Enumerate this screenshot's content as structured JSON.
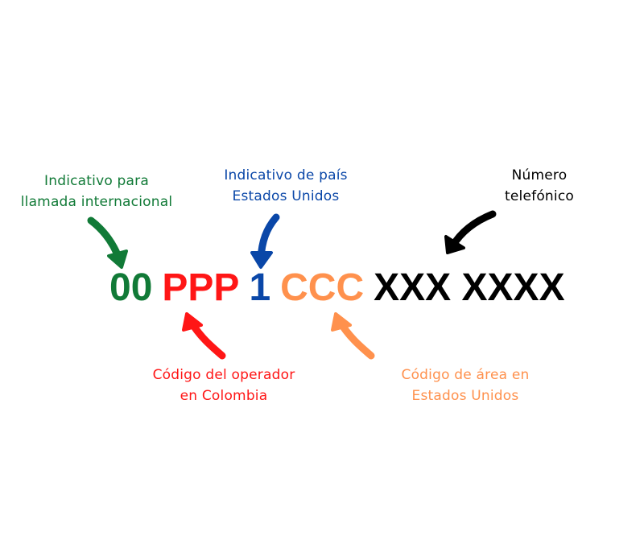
{
  "colors": {
    "international": "#117a37",
    "operator": "#ff1616",
    "country": "#0a47a8",
    "area": "#ff914d",
    "number": "#000000",
    "background": "#ffffff"
  },
  "number_format": {
    "segments": [
      {
        "id": "international",
        "text": "00"
      },
      {
        "id": "operator",
        "text": "PPP"
      },
      {
        "id": "country",
        "text": "1"
      },
      {
        "id": "area",
        "text": "CCC"
      },
      {
        "id": "number",
        "text": "XXX XXXX"
      }
    ]
  },
  "labels": {
    "international": {
      "line1": "Indicativo para",
      "line2": "llamada internacional"
    },
    "country": {
      "line1": "Indicativo de país",
      "line2": "Estados Unidos"
    },
    "number": {
      "line1": "Número",
      "line2": "telefónico"
    },
    "operator": {
      "line1": "Código del operador",
      "line2": "en Colombia"
    },
    "area": {
      "line1": "Código de área en",
      "line2": "Estados Unidos"
    }
  },
  "icons": {
    "international": "arrow-down-right",
    "country": "arrow-down",
    "number": "arrow-down-left",
    "operator": "arrow-up-left",
    "area": "arrow-up-left"
  }
}
